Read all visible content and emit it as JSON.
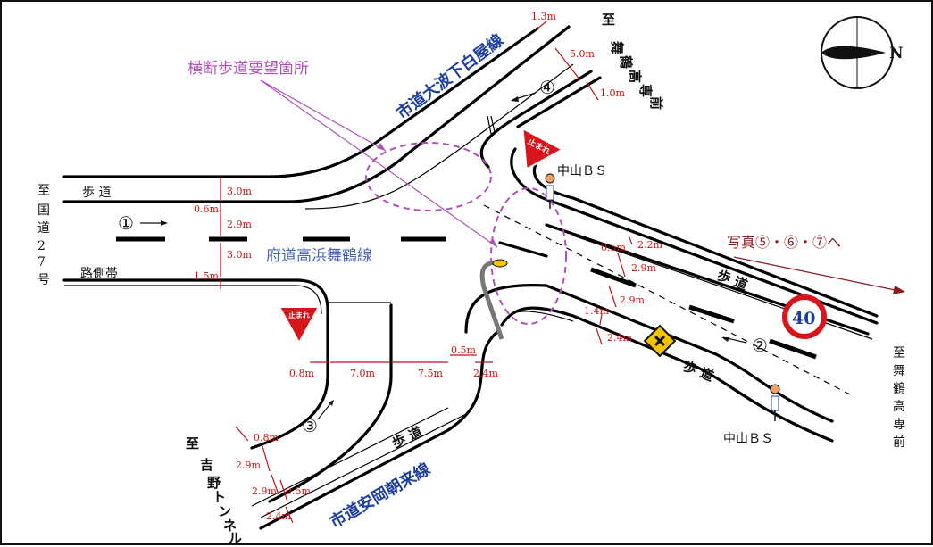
{
  "labels": {
    "crosswalk_request": "横断歩道要望箇所",
    "road_upper": "市道大波下白屋線",
    "road_main": "府道高浜舞鶴線",
    "road_lower": "市道安岡朝来線",
    "to_left": [
      "至",
      "国",
      "道",
      "2",
      "7",
      "号"
    ],
    "to_top": [
      "至",
      "舞",
      "鶴",
      "高",
      "専",
      "前"
    ],
    "to_right": [
      "至",
      "舞",
      "鶴",
      "高",
      "専",
      "前"
    ],
    "to_bottom": [
      "至",
      "吉",
      "野",
      "ト",
      "ン",
      "ネ",
      "ル"
    ],
    "sidewalk": "歩 道",
    "sidewalk_left": "歩 道",
    "shoulder": "路側帯",
    "bus_stop": "中山ＢＳ",
    "photo_note": "写真⑤・⑥・⑦へ",
    "arrow1": "①",
    "arrow2": "②",
    "arrow3": "③",
    "arrow4": "④",
    "speed_limit": "40",
    "stop_sign": "止まれ"
  },
  "dimensions": {
    "top_1_3": "1.3m",
    "top_5_0": "5.0m",
    "top_1_0": "1.0m",
    "left_3_0a": "3.0m",
    "left_0_6": "0.6m",
    "left_2_9": "2.9m",
    "left_3_0b": "3.0m",
    "left_1_5": "1.5m",
    "right_0_5": "0.5m",
    "right_2_2": "2.2m",
    "right_2_9a": "2.9m",
    "right_2_9b": "2.9m",
    "right_1_4": "1.4m",
    "right_2_4": "2.4m",
    "bot_0_8": "0.8m",
    "bot_7_0": "7.0m",
    "bot_7_5": "7.5m",
    "bot_0_5": "0.5m",
    "bot_2_4": "2.4m",
    "low_0_8": "0.8m",
    "low_2_9a": "2.9m",
    "low_2_9b": "2.9m",
    "low_0_5": "0.5m",
    "low_2_4": "2.4m"
  },
  "colors": {
    "dimension": "#d01010",
    "road_name": "#1f3fa0",
    "road_main": "#4b65b5",
    "crosswalk": "#b04fb8",
    "photo_note": "#8b1a1a",
    "sign_red": "#d8141c",
    "warning_yellow": "#f2c400"
  },
  "icons": {
    "compass": "north-arrow-icon",
    "bus_stop": "bus-stop-icon",
    "stop": "stop-sign-icon",
    "speed": "speed-limit-sign-icon",
    "crossroad": "crossroad-warning-sign-icon",
    "streetlight": "streetlight-icon"
  }
}
